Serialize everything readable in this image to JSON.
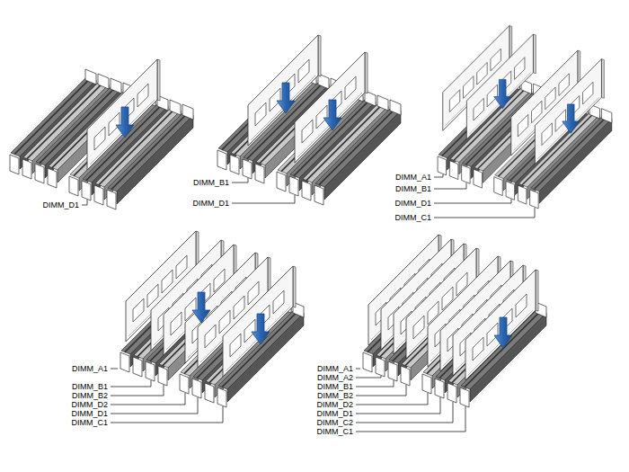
{
  "diagram": {
    "labels": [
      "DIMM_D1",
      "DIMM_B1",
      "DIMM_D1",
      "DIMM_A1",
      "DIMM_B1",
      "DIMM_D1",
      "DIMM_C1",
      "DIMM_A1",
      "DIMM_B1",
      "DIMM_B2",
      "DIMM_D2",
      "DIMM_D1",
      "DIMM_C1",
      "DIMM_A1",
      "DIMM_A2",
      "DIMM_B1",
      "DIMM_B2",
      "DIMM_D2",
      "DIMM_D1",
      "DIMM_C2",
      "DIMM_C1"
    ]
  }
}
